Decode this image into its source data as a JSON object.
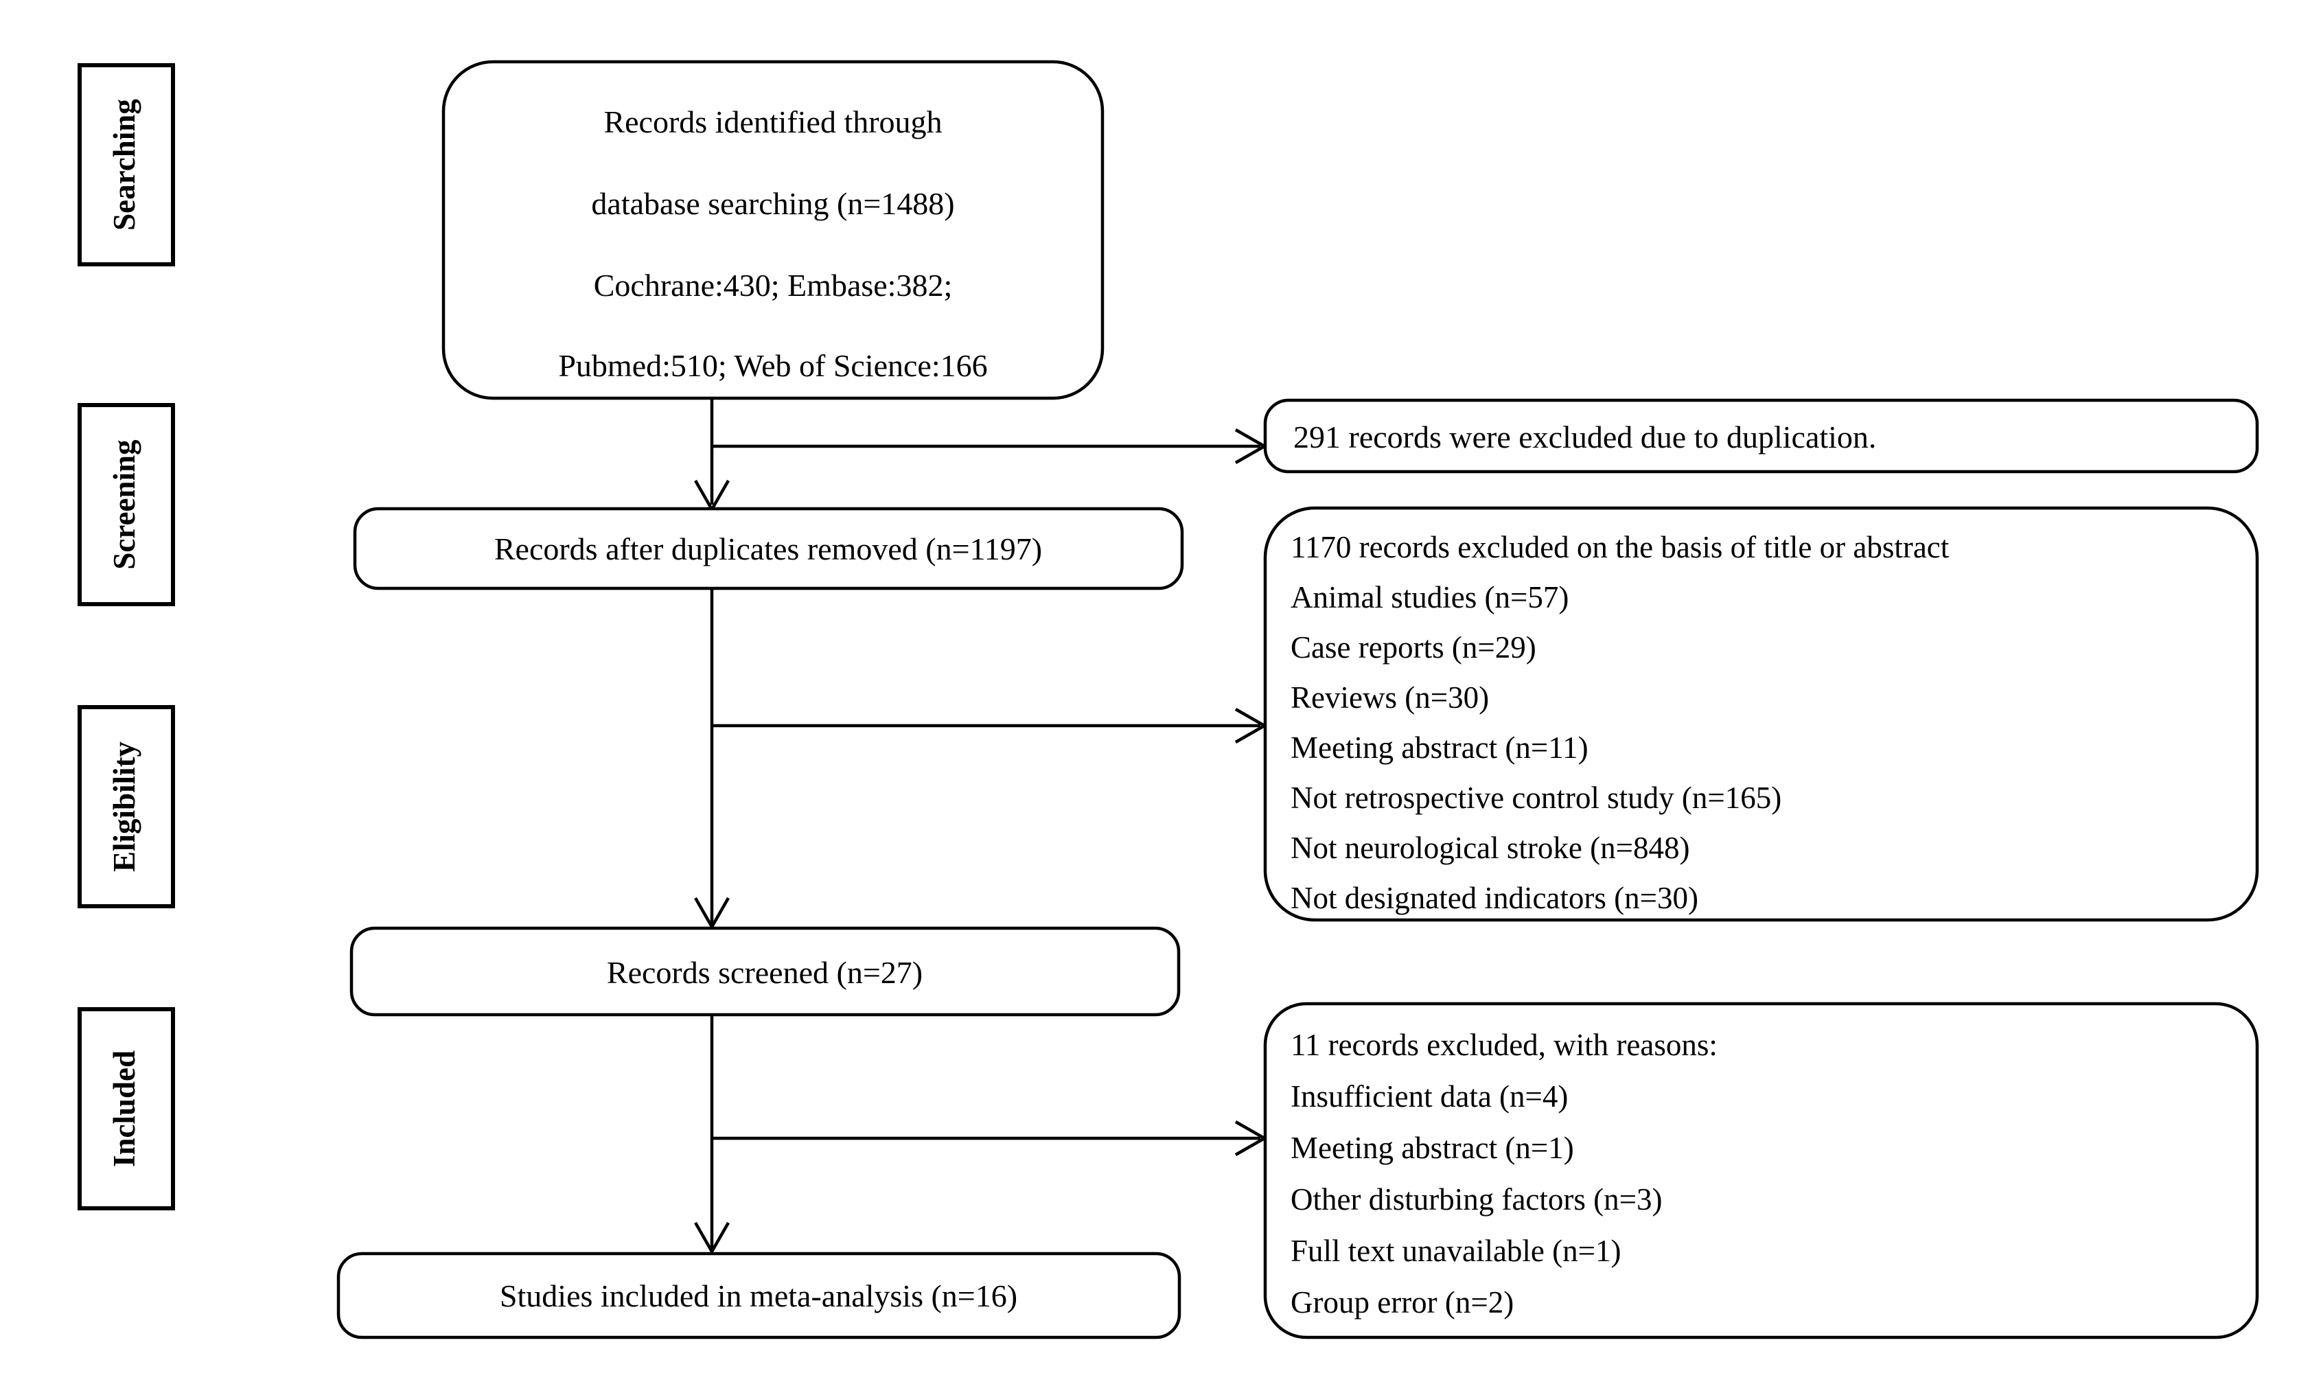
{
  "diagram": {
    "title": "PRISMA study selection flow diagram",
    "type": "flowchart",
    "ink_color": "#000000",
    "background_color": "#ffffff"
  },
  "stages": [
    {
      "label": "Searching"
    },
    {
      "label": "Screening"
    },
    {
      "label": "Eligibility"
    },
    {
      "label": "Included"
    }
  ],
  "main_boxes": {
    "identification": {
      "lines": [
        "Records identified through",
        "database searching (n=1488)",
        "Cochrane:430; Embase:382;",
        "Pubmed:510; Web of Science:166"
      ]
    },
    "after_duplicates": {
      "lines": [
        "Records after duplicates removed (n=1197)"
      ]
    },
    "screened": {
      "lines": [
        "Records screened (n=27)"
      ]
    },
    "included": {
      "lines": [
        "Studies included in meta-analysis  (n=16)"
      ]
    }
  },
  "exclusion_boxes": {
    "duplication": {
      "lines": [
        "291 records were excluded due to duplication."
      ]
    },
    "title_abstract": {
      "lines": [
        "1170 records excluded on the basis of title or abstract",
        "Animal studies (n=57)",
        "Case reports (n=29)",
        "Reviews (n=30)",
        "Meeting abstract (n=11)",
        "Not retrospective control study (n=165)",
        "Not neurological stroke (n=848)",
        "Not designated indicators (n=30)"
      ]
    },
    "full_text": {
      "lines": [
        "11 records excluded, with reasons:",
        "Insufficient data (n=4)",
        "Meeting abstract (n=1)",
        "Other disturbing factors (n=3)",
        "Full text unavailable (n=1)",
        "Group error (n=2)"
      ]
    }
  },
  "counts": {
    "identified_total": 1488,
    "cochrane": 430,
    "embase": 382,
    "pubmed": 510,
    "web_of_science": 166,
    "duplicates_removed": 291,
    "after_duplicates": 1197,
    "excluded_title_abstract": 1170,
    "animal_studies": 57,
    "case_reports": 29,
    "reviews": 30,
    "meeting_abstract_screen": 11,
    "not_retrospective_control_study": 165,
    "not_neurological_stroke": 848,
    "not_designated_indicators": 30,
    "records_screened": 27,
    "excluded_full_text": 11,
    "insufficient_data": 4,
    "meeting_abstract_eligibility": 1,
    "other_disturbing_factors": 3,
    "full_text_unavailable": 1,
    "group_error": 2,
    "studies_included": 16
  }
}
